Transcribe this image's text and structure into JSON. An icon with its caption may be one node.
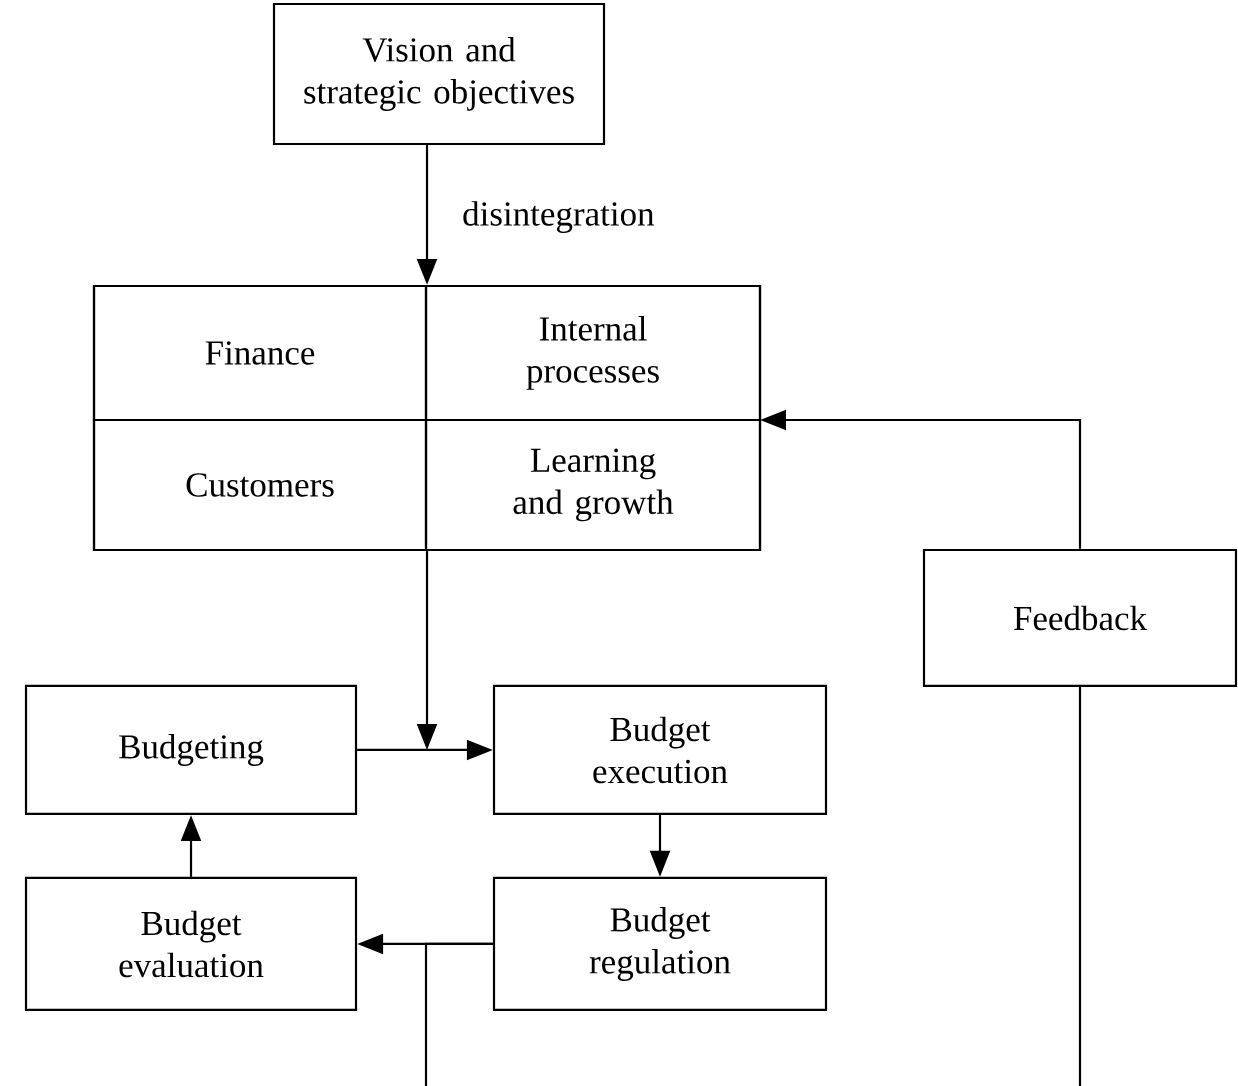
{
  "diagram": {
    "nodes": [
      {
        "text": [
          "Vision and strategic objectives"
        ]
      },
      {
        "text": [],
        "shape": "box"
      },
      {
        "text": [
          "Finance"
        ],
        "in": 1
      },
      {
        "text": [
          "Internal processes"
        ],
        "in": 1
      },
      {
        "text": [
          "Customers"
        ],
        "in": 1
      },
      {
        "text": [
          "Learning and growth"
        ],
        "in": 1
      },
      {
        "text": [
          "Feedback"
        ]
      },
      {
        "text": [
          "Budgeting"
        ]
      },
      {
        "text": [
          "Budget execution"
        ]
      },
      {
        "text": [
          "Budget evaluation"
        ]
      },
      {
        "text": [
          "Budget regulation"
        ]
      }
    ],
    "edges": [
      {
        "from": 0,
        "to": 1,
        "arrow": "to",
        "label": "disintegration"
      },
      {
        "from": 6,
        "to": 1,
        "arrow": "to"
      },
      {
        "from": 1,
        "to": 8,
        "arrow": "to"
      },
      {
        "from": 7,
        "to": 8,
        "arrow": "to"
      },
      {
        "from": 8,
        "to": 10,
        "arrow": "to"
      },
      {
        "from": 10,
        "to": 9,
        "arrow": "to"
      },
      {
        "from": 9,
        "to": 7,
        "arrow": "to"
      },
      {
        "from": 10,
        "to": null,
        "arrow": "none"
      },
      {
        "from": 6,
        "to": null,
        "arrow": "none"
      }
    ]
  }
}
